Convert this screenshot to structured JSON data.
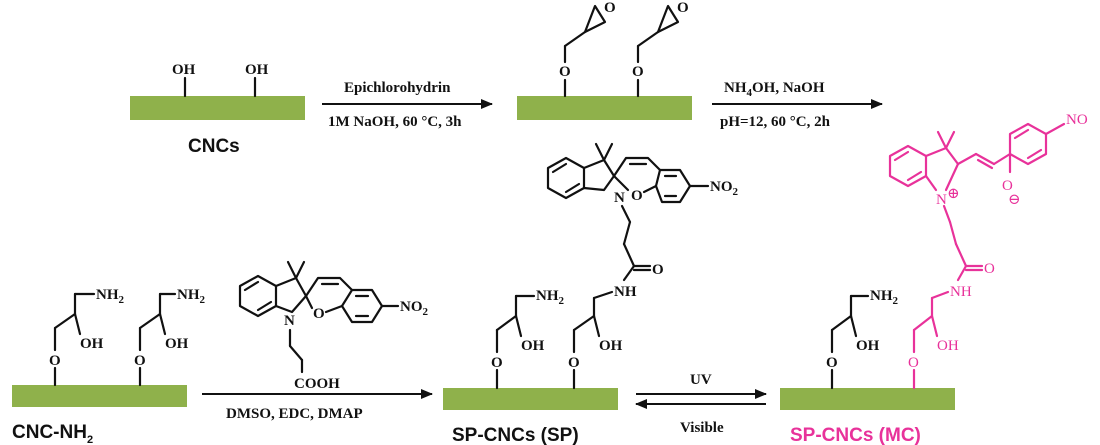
{
  "labels": {
    "cncs": "CNCs",
    "cnc_nh2": "CNC-NH",
    "cnc_nh2_sub": "2",
    "sp_cncs_sp": "SP-CNCs (SP)",
    "sp_cncs_mc": "SP-CNCs (MC)"
  },
  "conditions": {
    "step1_top": "Epichlorohydrin",
    "step1_bottom": "1M NaOH, 60 °C, 3h",
    "step2_top_a": "NH",
    "step2_top_sub": "4",
    "step2_top_b": "OH, NaOH",
    "step2_bottom": "pH=12, 60 °C, 2h",
    "step3_bottom": "DMSO, EDC, DMAP",
    "uv": "UV",
    "visible": "Visible"
  },
  "atoms": {
    "oh": "OH",
    "o": "O",
    "n": "N",
    "nh": "NH",
    "nh2": "NH",
    "two": "2",
    "cooh": "COOH",
    "no2": "NO",
    "no_partial": "NO",
    "nplus": "N",
    "plus": "⊕",
    "ominus": "O",
    "minus": "⊖"
  },
  "colors": {
    "bar": "#8fb14b",
    "merocyanine": "#e8329a",
    "ink": "#111111"
  }
}
